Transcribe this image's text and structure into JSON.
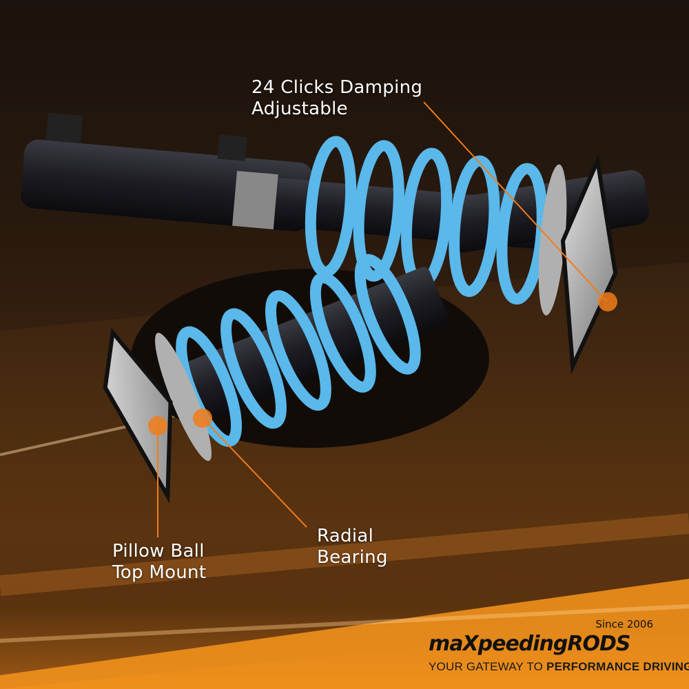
{
  "callouts": {
    "damping": [
      "24 Clicks Damping",
      "Adjustable"
    ],
    "pillow_ball": [
      "Pillow Ball",
      "Top Mount"
    ],
    "radial_bearing": [
      "Radial",
      "Bearing"
    ]
  },
  "brand": {
    "logo": "maXpeedingRODS",
    "since": "Since 2006",
    "tagline_light": "YOUR GATEWAY TO",
    "tagline_bold": "PERFORMANCE DRIVING"
  },
  "colors": {
    "accent": "#f07c1a",
    "spring": "#5ab8ea",
    "body": "#1c1c22"
  }
}
